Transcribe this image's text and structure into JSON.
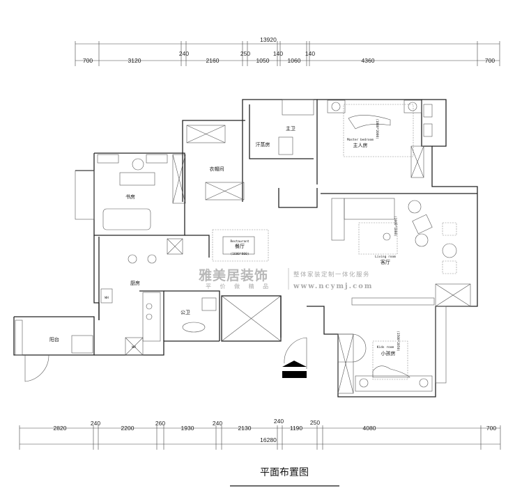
{
  "title": "平面布置图",
  "dimensions": {
    "top_total": "13920",
    "top": [
      "700",
      "3120",
      "240",
      "2160",
      "250",
      "1050",
      "140",
      "1060",
      "140",
      "4360",
      "700"
    ],
    "bottom": [
      "2820",
      "240",
      "2200",
      "260",
      "1930",
      "240",
      "2130",
      "240",
      "1190",
      "250",
      "4080",
      "700"
    ],
    "bottom_total": "16280"
  },
  "rooms": {
    "master_bath": "主卫",
    "sauna": "汗蒸房",
    "master_bedroom_en": "Master bedroom",
    "master_bedroom": "主人房",
    "master_bed_size": "(1800*2000)",
    "wardrobe": "衣帽间",
    "study": "书房",
    "restaurant_en": "Restaurant",
    "restaurant": "餐厅",
    "table_size": "(1600*800)",
    "living_en": "Living room",
    "living": "客厅",
    "rug_size": "(1000*1000)",
    "kitchen": "厨房",
    "public_bath": "公卫",
    "balcony": "阳台",
    "kids_en": "Kids room",
    "kids": "小孩房",
    "kids_bed_size": "(1500*2050)",
    "wh1": "WH",
    "wh2": "WH"
  },
  "watermark": {
    "brand": "雅美居装饰",
    "slogan": "平 价 做 精 品",
    "service": "整体家装定制一体化服务",
    "url": "www.ncymj.com"
  }
}
